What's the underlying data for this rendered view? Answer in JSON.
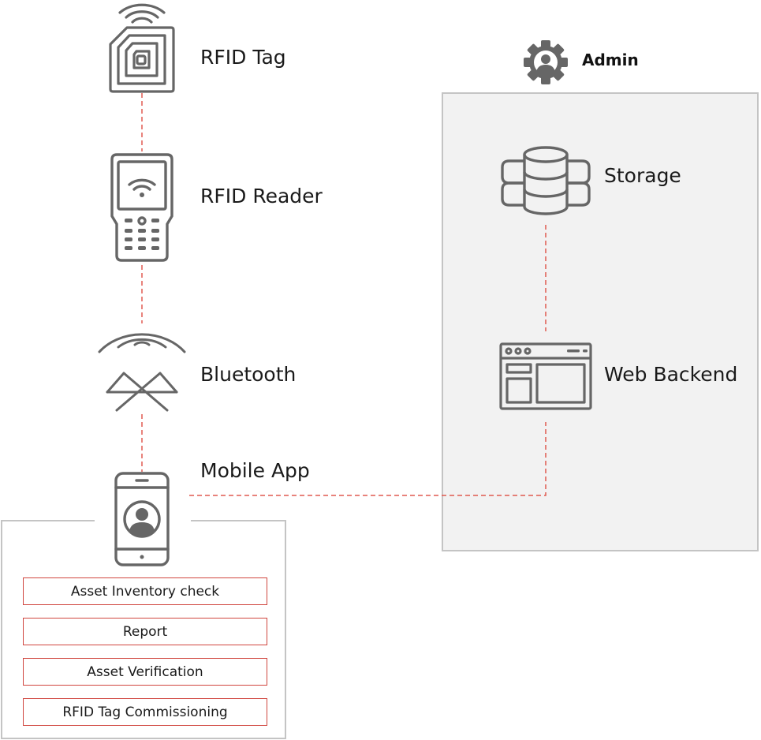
{
  "nodes": {
    "rfid_tag": "RFID Tag",
    "rfid_reader": "RFID Reader",
    "bluetooth": "Bluetooth",
    "mobile_app": "Mobile App",
    "admin": "Admin",
    "storage": "Storage",
    "web_backend": "Web Backend"
  },
  "features": [
    "Asset Inventory check",
    "Report",
    "Asset Verification",
    "RFID Tag Commissioning"
  ],
  "colors": {
    "connector": "#e05a50",
    "icon": "#666666",
    "feature_border": "#d0463f",
    "panel_fill": "#f2f2f2",
    "panel_border": "#c4c4c4"
  },
  "icons": [
    "rfid-tag-icon",
    "rfid-reader-icon",
    "bluetooth-icon",
    "smartphone-user-icon",
    "gear-user-icon",
    "database-icon",
    "browser-window-icon"
  ]
}
